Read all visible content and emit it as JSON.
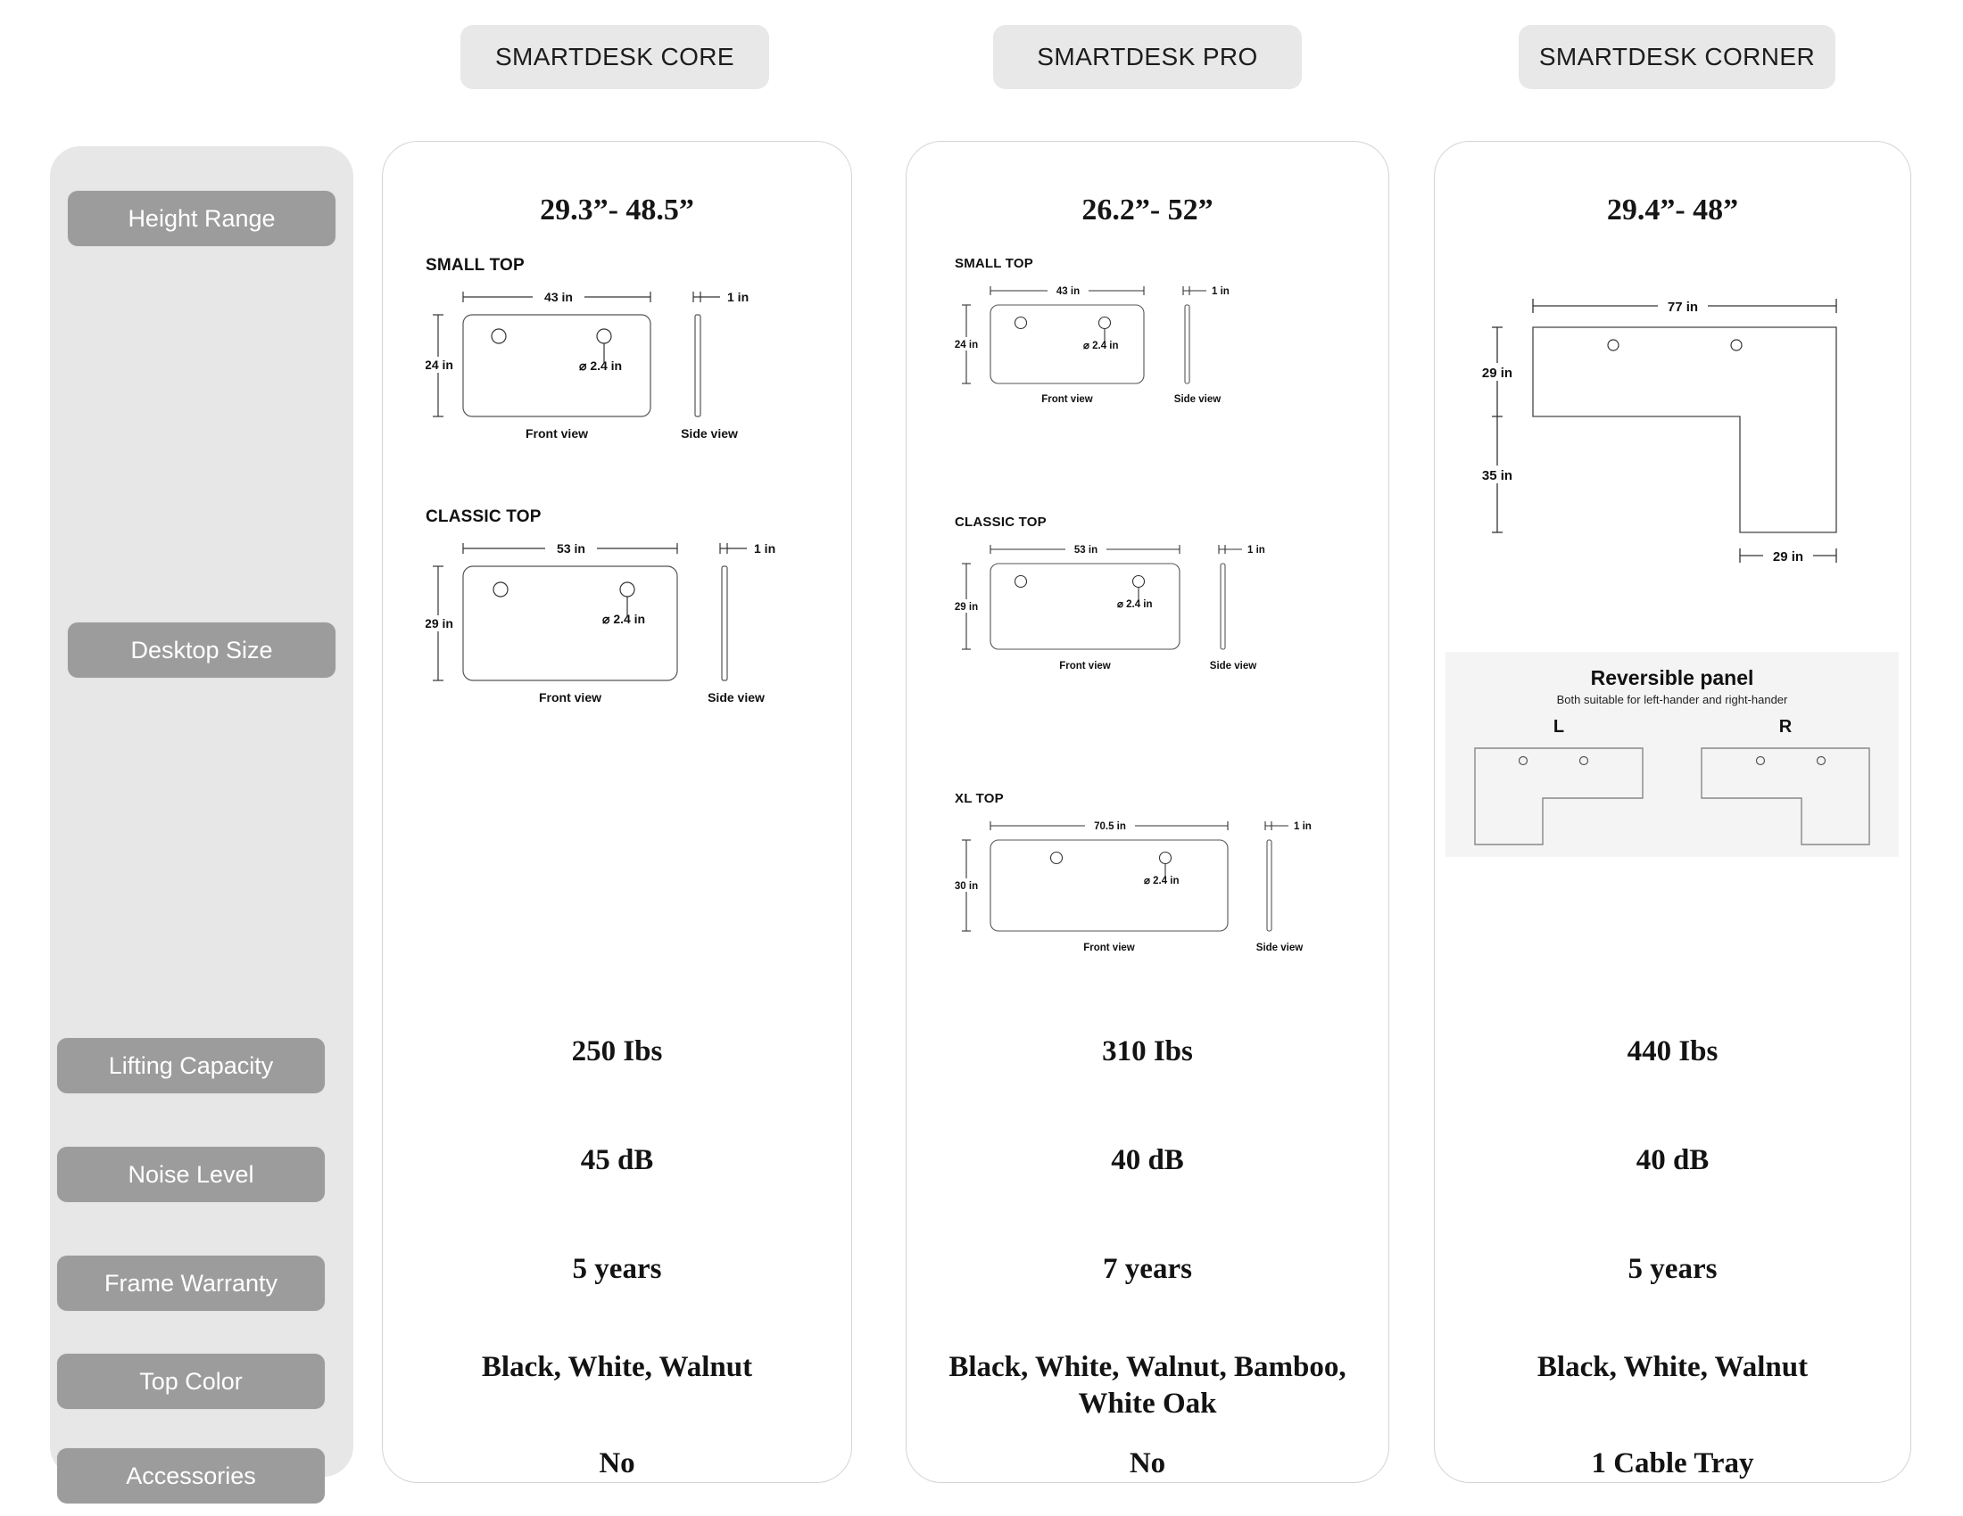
{
  "tabs": [
    {
      "id": "core",
      "label": "SMARTDESK CORE"
    },
    {
      "id": "pro",
      "label": "SMARTDESK PRO"
    },
    {
      "id": "corner",
      "label": "SMARTDESK CORNER"
    }
  ],
  "sidebar": {
    "rows": [
      {
        "id": "height_range",
        "label": "Height Range"
      },
      {
        "id": "desktop_size",
        "label": "Desktop Size"
      },
      {
        "id": "lifting_capacity",
        "label": "Lifting Capacity"
      },
      {
        "id": "noise_level",
        "label": "Noise Level"
      },
      {
        "id": "frame_warranty",
        "label": "Frame Warranty"
      },
      {
        "id": "top_color",
        "label": "Top Color"
      },
      {
        "id": "accessories",
        "label": "Accessories"
      }
    ]
  },
  "labels": {
    "front_view": "Front view",
    "side_view": "Side view",
    "hole_dia": "⌀ 2.4 in",
    "thickness": "1 in"
  },
  "columns": {
    "core": {
      "height_range": "29.3”- 48.5”",
      "tops": [
        {
          "name": "SMALL TOP",
          "width": "43 in",
          "depth": "24 in",
          "thickness": "1 in",
          "hole": "⌀ 2.4 in"
        },
        {
          "name": "CLASSIC TOP",
          "width": "53 in",
          "depth": "29 in",
          "thickness": "1 in",
          "hole": "⌀ 2.4 in"
        }
      ],
      "lifting_capacity": "250 Ibs",
      "noise_level": "45 dB",
      "frame_warranty": "5 years",
      "top_color": "Black, White, Walnut",
      "accessories": "No"
    },
    "pro": {
      "height_range": "26.2”- 52”",
      "tops": [
        {
          "name": "SMALL TOP",
          "width": "43 in",
          "depth": "24 in",
          "thickness": "1 in",
          "hole": "⌀ 2.4 in"
        },
        {
          "name": "CLASSIC TOP",
          "width": "53 in",
          "depth": "29 in",
          "thickness": "1 in",
          "hole": "⌀ 2.4 in"
        },
        {
          "name": "XL TOP",
          "width": "70.5 in",
          "depth": "30 in",
          "thickness": "1 in",
          "hole": "⌀ 2.4 in"
        }
      ],
      "lifting_capacity": "310 Ibs",
      "noise_level": "40 dB",
      "frame_warranty": "7 years",
      "top_color": "Black, White, Walnut, Bamboo, White Oak",
      "accessories": "No"
    },
    "corner": {
      "height_range": "29.4”- 48”",
      "l_desk": {
        "width": "77 in",
        "top_depth": "29 in",
        "return_depth": "35 in",
        "return_width": "29 in"
      },
      "reversible": {
        "title": "Reversible panel",
        "subtitle": "Both suitable for left-hander and right-hander",
        "options": [
          {
            "id": "left",
            "label": "L"
          },
          {
            "id": "right",
            "label": "R"
          }
        ]
      },
      "lifting_capacity": "440 Ibs",
      "noise_level": "40 dB",
      "frame_warranty": "5 years",
      "top_color": "Black, White, Walnut",
      "accessories": "1 Cable Tray"
    }
  },
  "colors": {
    "sidebar_bg": "#e7e7e7",
    "row_label_bg": "#9c9c9c",
    "tab_bg": "#e8e8e8",
    "card_border": "#d4d4d4",
    "panel_bg": "#f4f4f4",
    "text": "#131313"
  }
}
